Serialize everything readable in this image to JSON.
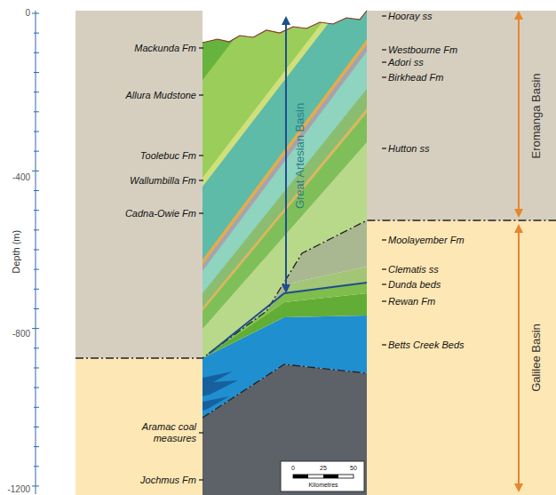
{
  "diagram": {
    "labels": [
      "0",
      "-400",
      "-800",
      "-1200",
      "Depth (m)",
      "Mackunda Fm",
      "Allura Mudstone",
      "Toolebuc Fm",
      "Wallumbilla Fm",
      "Cadna-Owie Fm",
      "Aramac coal measures",
      "Jochmus Fm",
      "Hooray ss",
      "Westbourne Fm",
      "Adori ss",
      "Birkhead Fm",
      "Hutton ss",
      "Moolayember Fm",
      "Clematis ss",
      "Dunda beds",
      "Rewan Fm",
      "Betts Creek Beds",
      "Great Artesian Basin",
      "Eromanga Basin",
      "Galilee Basin",
      "0",
      "25",
      "50",
      "Kilometres"
    ]
  }
}
